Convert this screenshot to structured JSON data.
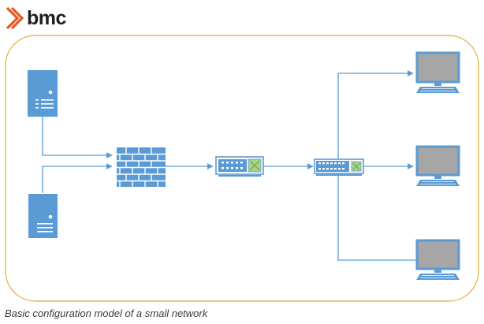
{
  "brand": {
    "name": "bmc",
    "accent_color": "#e8571f"
  },
  "caption": "Basic configuration model of a small network",
  "diagram": {
    "border_color": "#e5a830",
    "device_color": "#5b9bd5",
    "line_color": "#5b9bd5",
    "screen_color": "#a6a6a6",
    "nodes": [
      {
        "id": "server-1",
        "type": "server-icon"
      },
      {
        "id": "server-2",
        "type": "server-icon"
      },
      {
        "id": "firewall",
        "type": "firewall-icon"
      },
      {
        "id": "router",
        "type": "router-icon"
      },
      {
        "id": "switch",
        "type": "switch-icon"
      },
      {
        "id": "workstation-1",
        "type": "computer-icon"
      },
      {
        "id": "workstation-2",
        "type": "computer-icon"
      },
      {
        "id": "workstation-3",
        "type": "computer-icon"
      }
    ],
    "edges": [
      {
        "from": "server-1",
        "to": "firewall"
      },
      {
        "from": "server-2",
        "to": "firewall"
      },
      {
        "from": "firewall",
        "to": "router"
      },
      {
        "from": "router",
        "to": "switch"
      },
      {
        "from": "switch",
        "to": "workstation-1"
      },
      {
        "from": "switch",
        "to": "workstation-2"
      },
      {
        "from": "switch",
        "to": "workstation-3"
      }
    ]
  }
}
